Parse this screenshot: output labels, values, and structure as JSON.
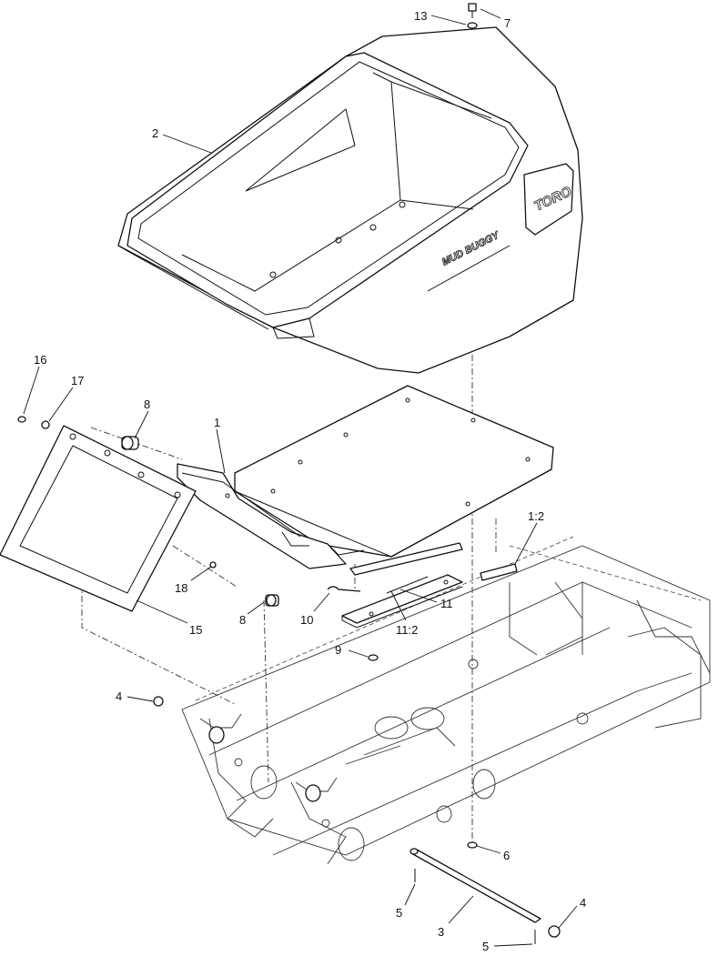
{
  "diagram": {
    "logo": {
      "brand": "TORO",
      "model": "MUD BUGGY"
    },
    "callouts": [
      {
        "id": "c13",
        "label": "13"
      },
      {
        "id": "c7",
        "label": "7"
      },
      {
        "id": "c2",
        "label": "2"
      },
      {
        "id": "c16",
        "label": "16"
      },
      {
        "id": "c17",
        "label": "17"
      },
      {
        "id": "c8a",
        "label": "8"
      },
      {
        "id": "c1",
        "label": "1"
      },
      {
        "id": "c1-2",
        "label": "1:2"
      },
      {
        "id": "c18",
        "label": "18"
      },
      {
        "id": "c8b",
        "label": "8"
      },
      {
        "id": "c10",
        "label": "10"
      },
      {
        "id": "c11",
        "label": "11"
      },
      {
        "id": "c11-2",
        "label": "11:2"
      },
      {
        "id": "c15",
        "label": "15"
      },
      {
        "id": "c9",
        "label": "9"
      },
      {
        "id": "c4a",
        "label": "4"
      },
      {
        "id": "c6",
        "label": "6"
      },
      {
        "id": "c5a",
        "label": "5"
      },
      {
        "id": "c3",
        "label": "3"
      },
      {
        "id": "c4b",
        "label": "4"
      },
      {
        "id": "c5b",
        "label": "5"
      }
    ]
  }
}
